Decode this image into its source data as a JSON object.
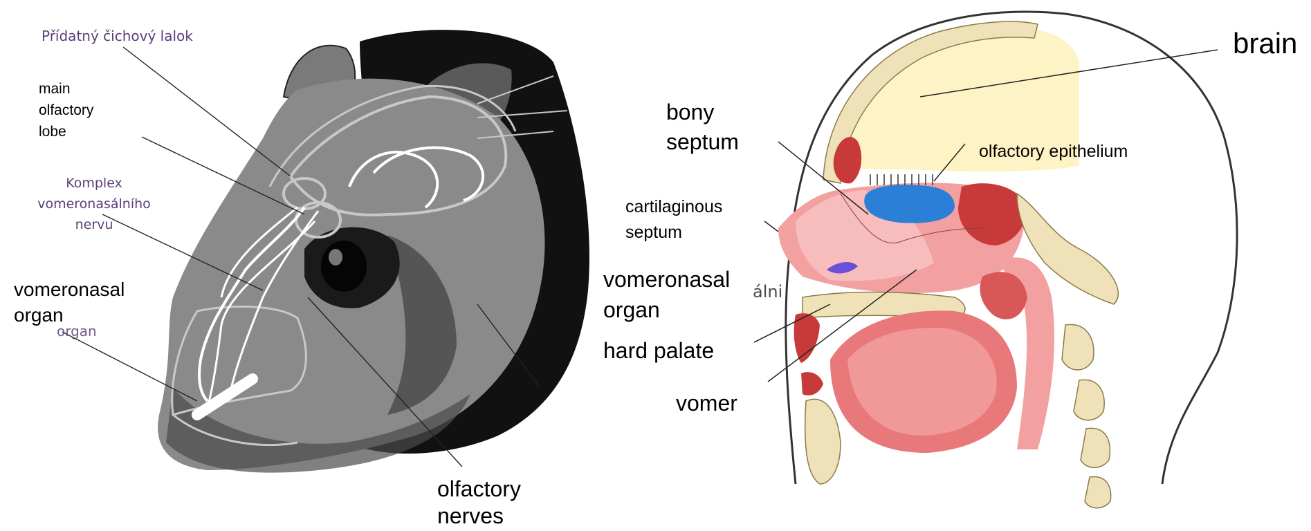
{
  "rodent_panel": {
    "labels": {
      "accessory_olfactory_lobe_cz": "Přídatný čichový lalok",
      "main_olfactory_lobe": [
        "main",
        "olfactory",
        "lobe"
      ],
      "vomeronasal_complex_cz": [
        "Komplex",
        "vomeronasálního",
        "nervu"
      ],
      "vomeronasal_organ": [
        "vomeronasal",
        "organ"
      ],
      "vomeronasal_organ_underlay_fragment": "organ",
      "olfactory_nerves": [
        "olfactory",
        "nerves"
      ]
    }
  },
  "human_panel": {
    "labels": {
      "brain": "brain",
      "bony_septum": [
        "bony",
        "septum"
      ],
      "olfactory_epithelium": "olfactory epithelium",
      "cartilaginous_septum": [
        "cartilaginous",
        "septum"
      ],
      "vomeronasal_organ": [
        "vomeronasal",
        "organ"
      ],
      "vomeronasal_underlay_fragment": "álni",
      "hard_palate": "hard palate",
      "vomer": "vomer"
    }
  },
  "colors": {
    "rodent_head": "#8a8a8a",
    "rodent_shadow": "#111111",
    "nerve_lines": "#ffffff",
    "outline_lines": "#c8c8c8",
    "brain_fill": "#fdf3c4",
    "bone_fill": "#efe2b8",
    "nasal_cavity": "#f3a0a0",
    "tissue_dark": "#c83a3a",
    "epithelium_blue": "#2b7fd6",
    "vno_purple": "#6b4fd6",
    "purple_label": "#5a3f7a"
  }
}
